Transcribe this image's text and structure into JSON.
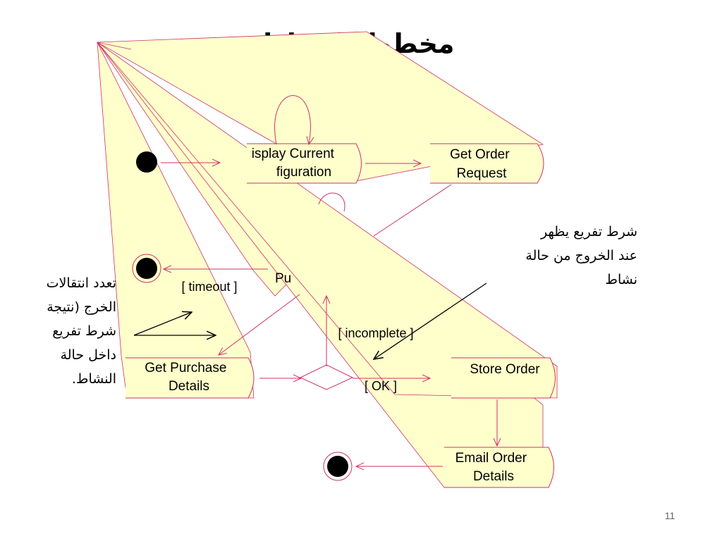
{
  "title": "مخطط النشاط",
  "activities": {
    "display_config": [
      "isplay Current",
      "figuration"
    ],
    "get_order_request": [
      "Get Order",
      "Request"
    ],
    "purchase": "Pu",
    "get_purchase_details": [
      "Get Purchase",
      "Details"
    ],
    "store_order": "Store Order",
    "email_order_details": [
      "Email Order",
      "Details"
    ]
  },
  "guards": {
    "timeout": "[ timeout ]",
    "incomplete": "[ incomplete ]",
    "ok": "[ OK ]"
  },
  "notes": {
    "branch_condition": [
      "شرط تفريع يظهر",
      "عند الخروج من حالة",
      "نشاط"
    ],
    "multiple_exits": [
      "تعدد انتقالات",
      "الخرج (نتيجة",
      "شرط تفريع",
      "داخل حالة",
      "النشاط."
    ]
  },
  "page_number": "11",
  "colors": {
    "callout_fill": "#ffffcc",
    "line": "#cc3366",
    "node": "#000000"
  }
}
